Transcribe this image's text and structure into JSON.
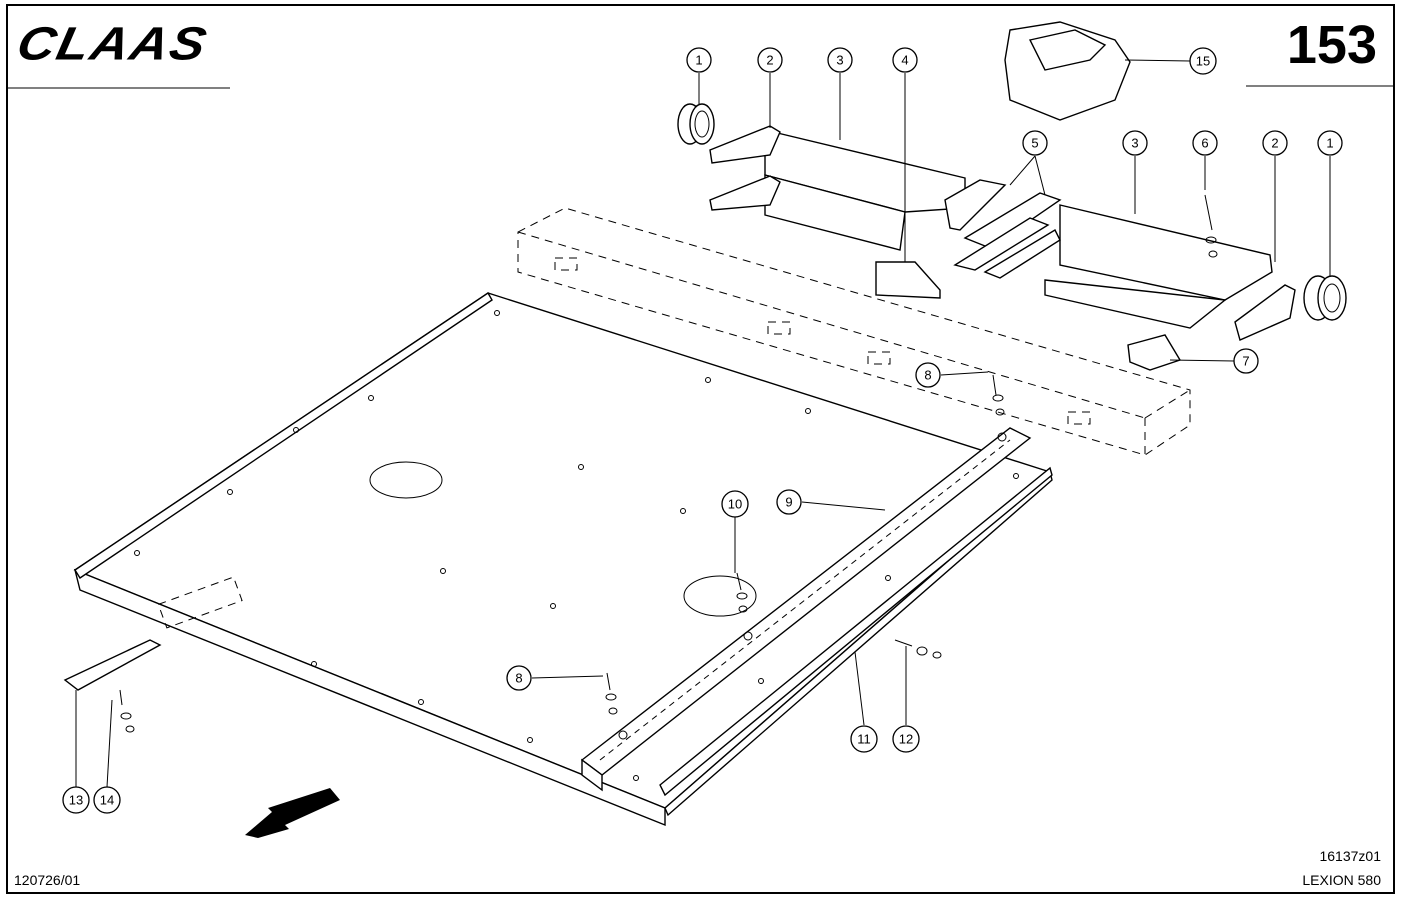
{
  "header": {
    "brand": "CLAAS",
    "page_number": "153"
  },
  "footer": {
    "drawing_ref": "16137z01",
    "model": "LEXION 580",
    "doc_number": "120726/01"
  },
  "callouts": [
    {
      "id": "c1a",
      "label": "1"
    },
    {
      "id": "c2a",
      "label": "2"
    },
    {
      "id": "c3a",
      "label": "3"
    },
    {
      "id": "c4",
      "label": "4"
    },
    {
      "id": "c15",
      "label": "15"
    },
    {
      "id": "c5",
      "label": "5"
    },
    {
      "id": "c3b",
      "label": "3"
    },
    {
      "id": "c6",
      "label": "6"
    },
    {
      "id": "c2b",
      "label": "2"
    },
    {
      "id": "c1b",
      "label": "1"
    },
    {
      "id": "c7",
      "label": "7"
    },
    {
      "id": "c8a",
      "label": "8"
    },
    {
      "id": "c9",
      "label": "9"
    },
    {
      "id": "c10",
      "label": "10"
    },
    {
      "id": "c8b",
      "label": "8"
    },
    {
      "id": "c11",
      "label": "11"
    },
    {
      "id": "c12",
      "label": "12"
    },
    {
      "id": "c13",
      "label": "13"
    },
    {
      "id": "c14",
      "label": "14"
    }
  ]
}
